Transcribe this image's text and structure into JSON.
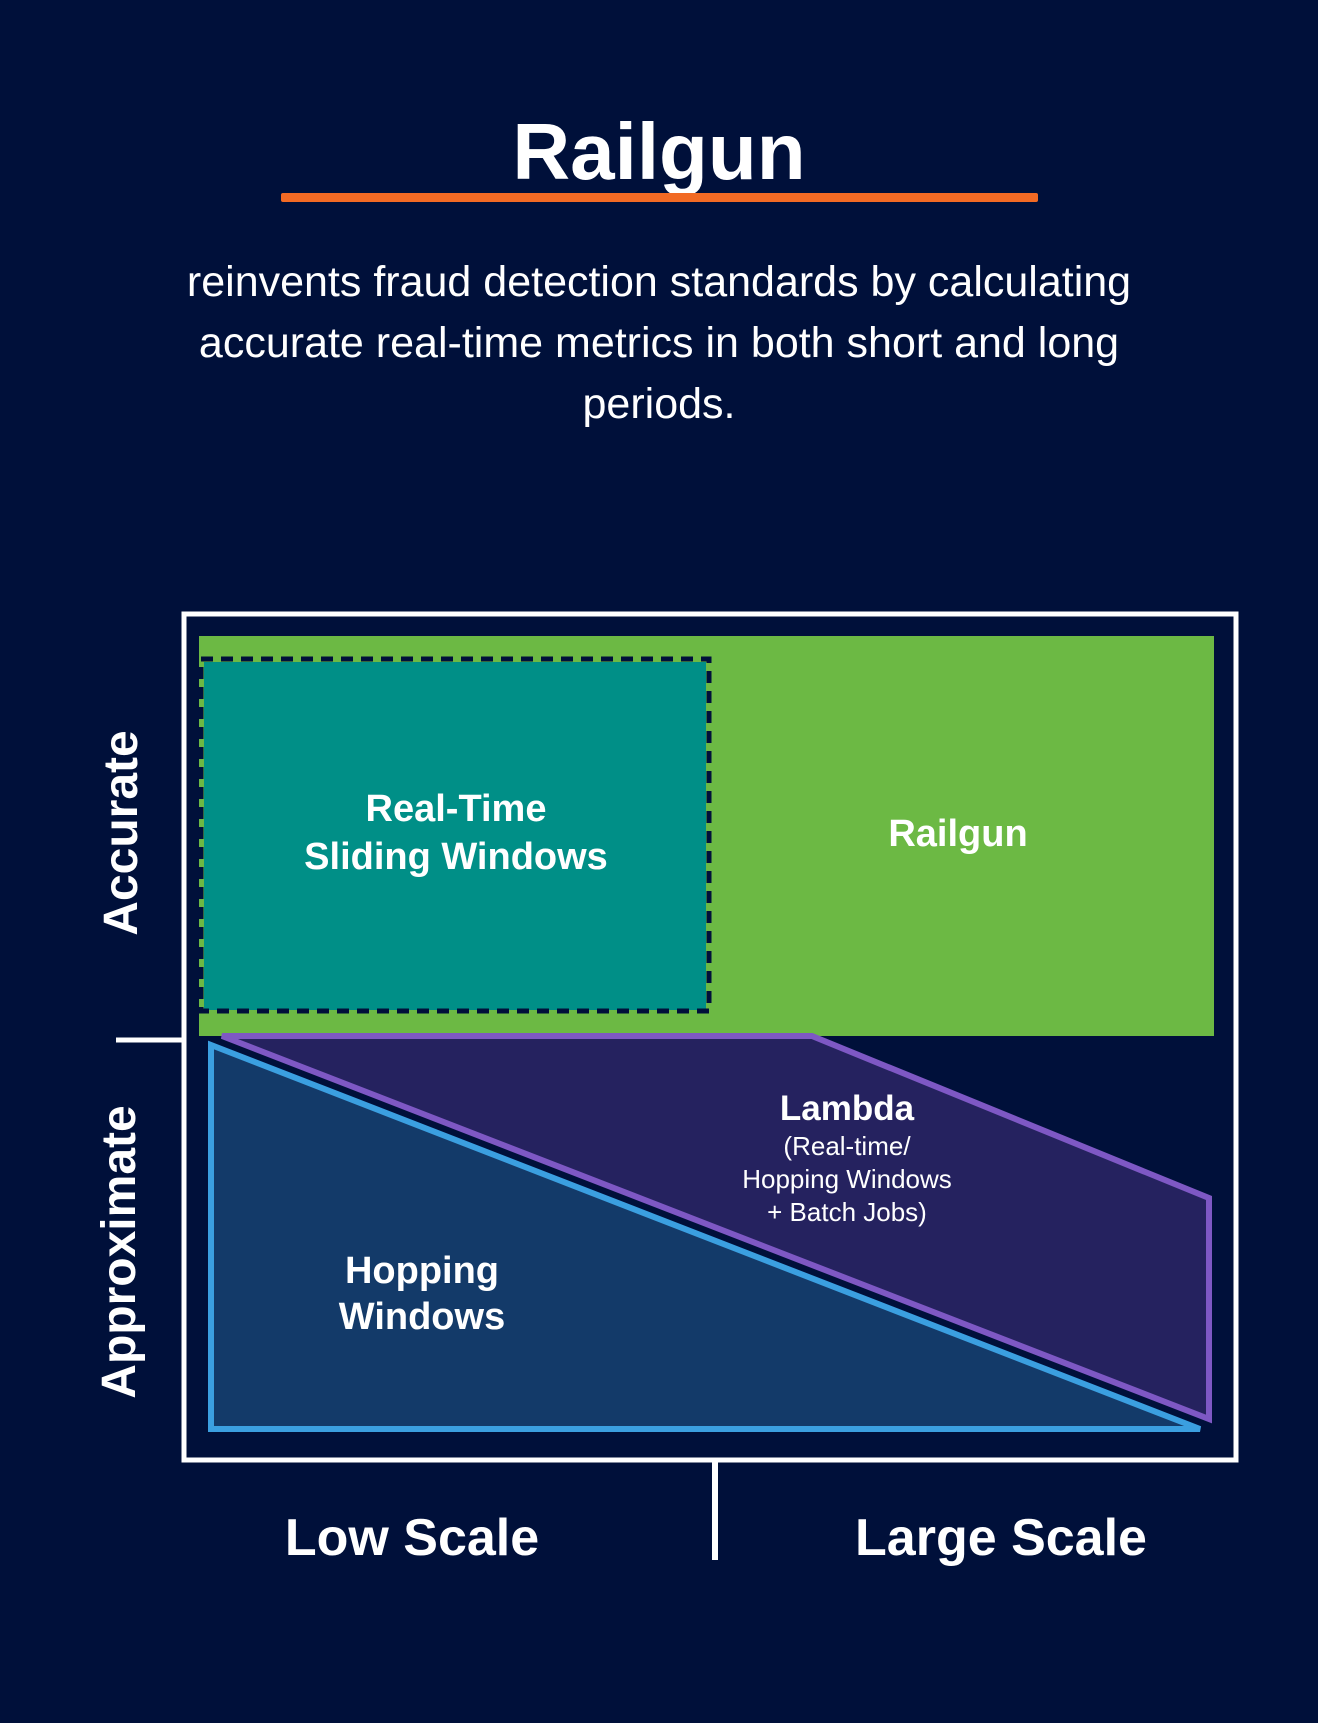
{
  "header": {
    "title": "Railgun",
    "subtitle": "reinvents fraud detection standards by calculating accurate real-time metrics in both short and long periods."
  },
  "diagram": {
    "y_axis": {
      "top": "Accurate",
      "bottom": "Approximate"
    },
    "x_axis": {
      "left": "Low Scale",
      "right": "Large Scale"
    },
    "regions": {
      "sliding_windows": {
        "line1": "Real-Time",
        "line2": "Sliding Windows",
        "color": "#008f87"
      },
      "railgun": {
        "label": "Railgun",
        "color": "#6cb944"
      },
      "lambda": {
        "label": "Lambda",
        "detail1": "(Real-time/",
        "detail2": "Hopping Windows",
        "detail3": "+ Batch Jobs)",
        "color": "#25225f",
        "border": "#7e58c4"
      },
      "hopping": {
        "line1": "Hopping",
        "line2": "Windows",
        "color": "#133a69",
        "border": "#3b9fe0"
      }
    },
    "colors": {
      "background": "#00103a",
      "accent": "#f26a24",
      "frame": "#ffffff"
    }
  }
}
